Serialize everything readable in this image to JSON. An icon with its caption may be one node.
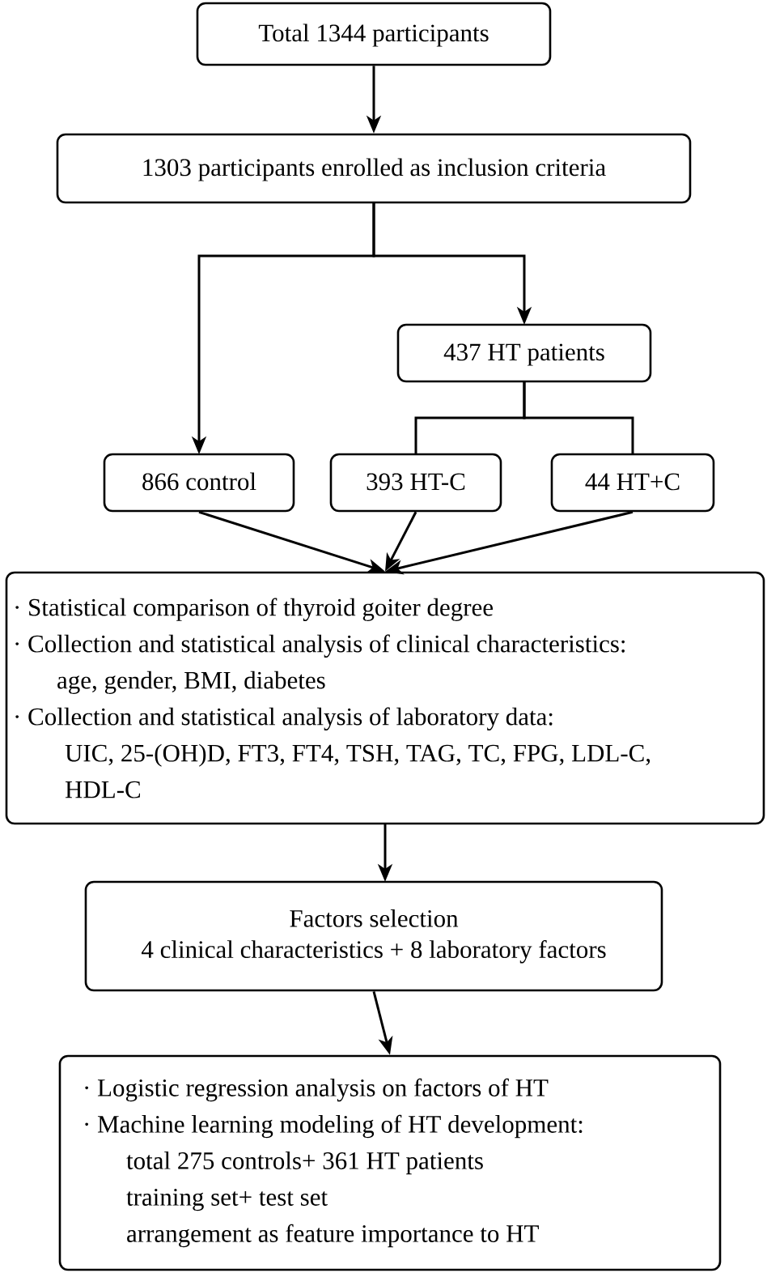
{
  "diagram": {
    "nodes": [
      {
        "text": [
          "Total 1344 participants"
        ]
      },
      {
        "text": [
          "1303 participants enrolled as inclusion criteria"
        ]
      },
      {
        "text": [
          "437 HT patients"
        ]
      },
      {
        "text": [
          "866 control"
        ]
      },
      {
        "text": [
          "393 HT-C"
        ]
      },
      {
        "text": [
          "44 HT+C"
        ]
      },
      {
        "text": [
          "· Statistical comparison of thyroid goiter degree",
          "· Collection and statistical analysis of clinical characteristics:",
          "age, gender, BMI, diabetes",
          "· Collection and statistical analysis of laboratory data:",
          "UIC, 25-(OH)D, FT3, FT4, TSH, TAG, TC, FPG, LDL-C, HDL-C"
        ]
      },
      {
        "text": [
          "Factors selection",
          "4 clinical characteristics + 8 laboratory factors"
        ]
      },
      {
        "text": [
          "· Logistic regression analysis on factors of HT",
          "· Machine learning modeling of HT development:",
          "total 275 controls+ 361 HT patients",
          "training set+ test set",
          "arrangement as feature importance to HT"
        ]
      }
    ],
    "edges": [
      {
        "from": 0,
        "to": 1,
        "arrow": "to"
      },
      {
        "from": 1,
        "to": 3,
        "arrow": "to"
      },
      {
        "from": 1,
        "to": 2,
        "arrow": "to"
      },
      {
        "from": 2,
        "to": 4,
        "arrow": "none"
      },
      {
        "from": 2,
        "to": 5,
        "arrow": "none"
      },
      {
        "from": 3,
        "to": 6,
        "arrow": "to"
      },
      {
        "from": 4,
        "to": 6,
        "arrow": "to"
      },
      {
        "from": 5,
        "to": 6,
        "arrow": "to"
      },
      {
        "from": 6,
        "to": 7,
        "arrow": "to"
      },
      {
        "from": 7,
        "to": 8,
        "arrow": "to"
      }
    ]
  }
}
